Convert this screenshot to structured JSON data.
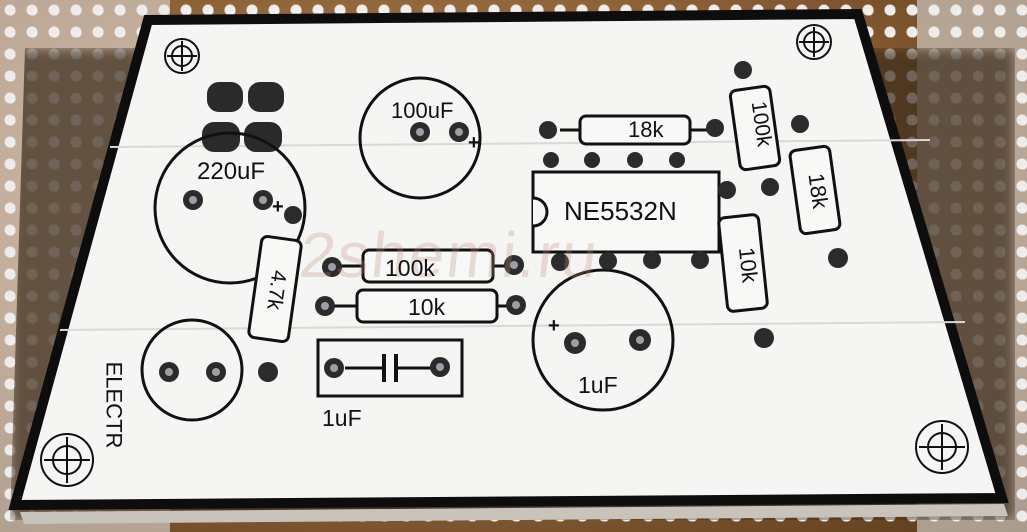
{
  "scene": {
    "description_free": true
  },
  "pcb": {
    "ic_label": "NE5532N",
    "resistors": [
      {
        "id": "r1",
        "label": "18k"
      },
      {
        "id": "r2",
        "label": "100k"
      },
      {
        "id": "r3",
        "label": "18k"
      },
      {
        "id": "r4",
        "label": "100k"
      },
      {
        "id": "r5",
        "label": "10k"
      },
      {
        "id": "r6",
        "label": "10k"
      },
      {
        "id": "r7",
        "label": "4.7k"
      }
    ],
    "capacitors": {
      "c_100uf": "100uF",
      "c_220uf": "220uF",
      "c_1uf_electro": "1uF",
      "c_1uf_film": "1uF"
    },
    "plus_sign": "+",
    "corner_text": "ELECTR"
  },
  "watermark": "2shemi.ru",
  "colors": {
    "board_white": "#f4f4f2",
    "board_outline": "#0d0d0d",
    "pad_metal": "#9aa0a6",
    "wood": "#8c6035",
    "lace": "#eeeeee"
  }
}
